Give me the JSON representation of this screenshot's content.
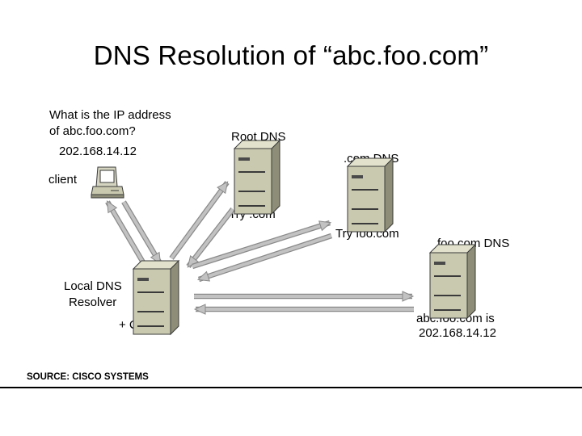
{
  "title": "DNS Resolution of “abc.foo.com”",
  "client": {
    "question_line1": "What is the IP address",
    "question_line2": "of abc.foo.com?",
    "answer": "202.168.14.12",
    "label": "client"
  },
  "root_dns": {
    "label": "Root DNS",
    "reply": "Try .com"
  },
  "com_dns": {
    "label": ".com DNS",
    "reply": "Try  foo.com"
  },
  "foo_dns": {
    "label": "foo.com DNS",
    "reply_line1": "abc.foo.com is",
    "reply_line2": "202.168.14.12"
  },
  "resolver": {
    "label_line1": "Local DNS",
    "label_line2": "Resolver",
    "cache": "+ Cache"
  },
  "source": "SOURCE: CISCO SYSTEMS",
  "colors": {
    "server_body": "#c9c9b0",
    "arrow_fill": "#c2c2c2",
    "arrow_edge": "#8a8a8a"
  }
}
